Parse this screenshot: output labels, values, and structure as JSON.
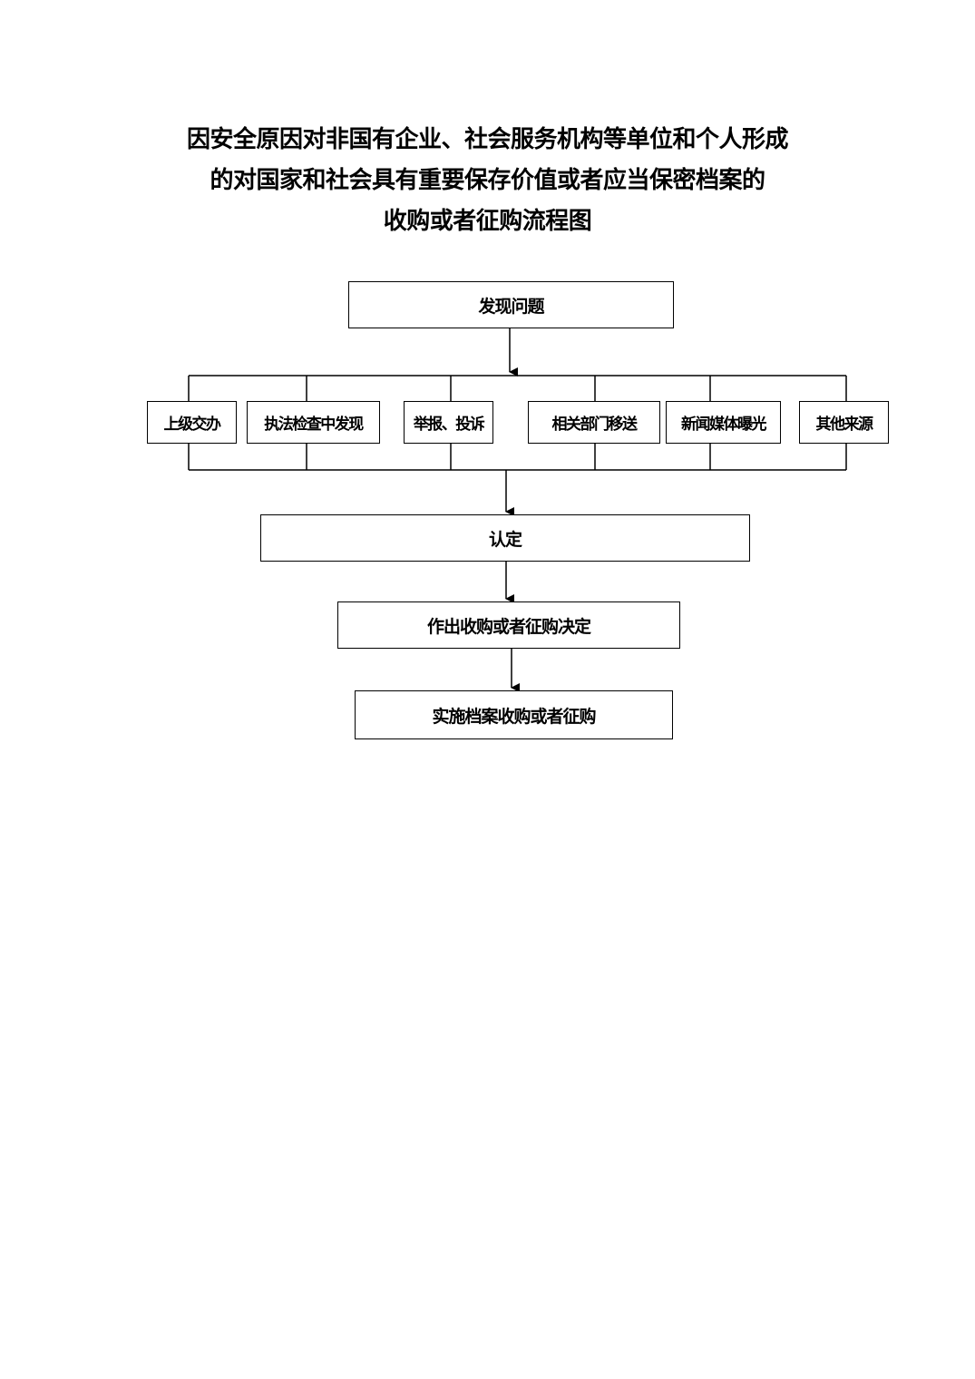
{
  "title_lines": [
    "因安全原因对非国有企业、社会服务机构等单位和个人形成",
    "的对国家和社会具有重要保存价值或者应当保密档案的",
    "收购或者征购流程图"
  ],
  "steps": {
    "discover": "发现问题",
    "identify": "认定",
    "decide": "作出收购或者征购决定",
    "implement": "实施档案收购或者征购"
  },
  "sources": [
    "上级交办",
    "执法检查中发现",
    "举报、投诉",
    "相关部门移送",
    "新闻媒体曝光",
    "其他来源"
  ]
}
